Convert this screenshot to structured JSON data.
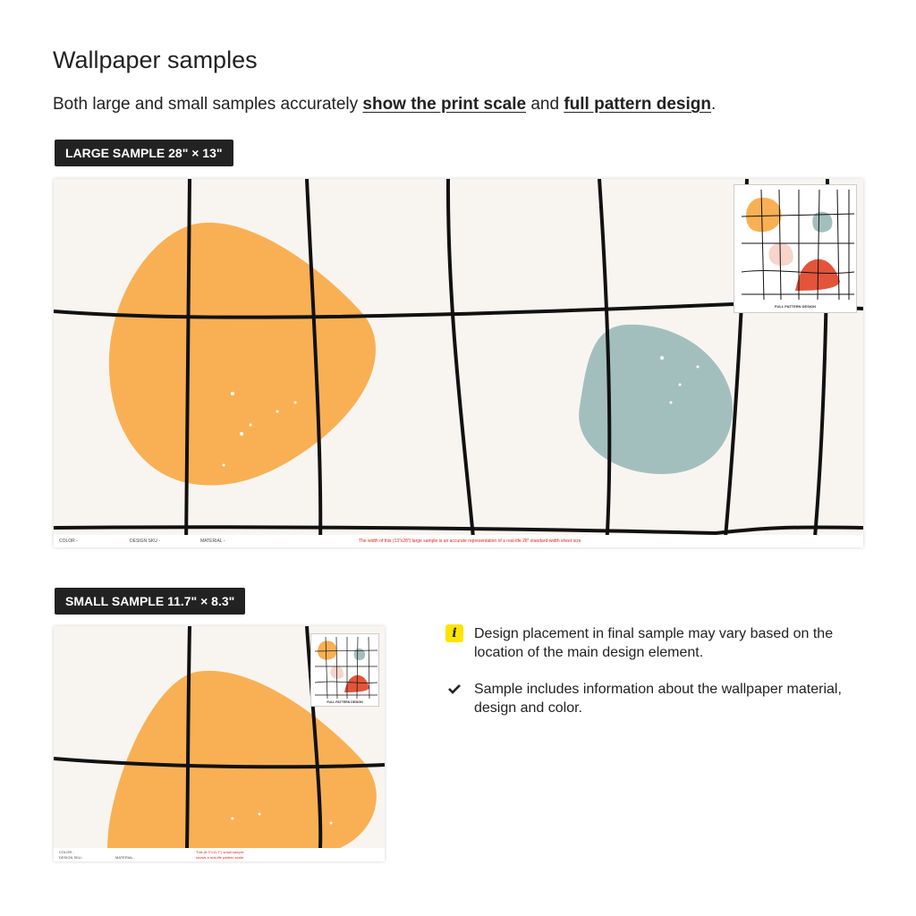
{
  "title": "Wallpaper samples",
  "subtitle": {
    "prefix": "Both large and small samples accurately ",
    "link1": "show the print scale",
    "middle": " and ",
    "link2": "full pattern design",
    "suffix": "."
  },
  "large": {
    "badge": "LARGE SAMPLE 28\" × 13\"",
    "color_label": "COLOR -",
    "sku_label": "DESIGN SKU -",
    "material_label": "MATERIAL -",
    "note": "The width of this (13\"x28\") large sample is an accurate representation of a real-life 28\" standard-width sheet size",
    "inset_label": "FULL PATTERN DESIGN"
  },
  "small": {
    "badge": "SMALL SAMPLE 11.7\" × 8.3\"",
    "color_label": "COLOR -",
    "sku_label": "DESIGN SKU -",
    "material_label": "MATERIAL -",
    "note_line1": "This (8.3\"x11.7\") small sample",
    "note_line2": "shows a real-life pattern scale",
    "inset_label": "FULL PATTERN DESIGN"
  },
  "notes": [
    {
      "icon": "info-icon",
      "text": "Design placement in final sample may vary based on the location of the main design element."
    },
    {
      "icon": "check-icon",
      "text": "Sample includes information about the wallpaper material, design and color."
    }
  ],
  "colors": {
    "orange": "#f9b054",
    "teal": "#a3bfbd",
    "red": "#e2553a",
    "pink": "#f7d5cb",
    "bg": "#f8f5f0"
  }
}
